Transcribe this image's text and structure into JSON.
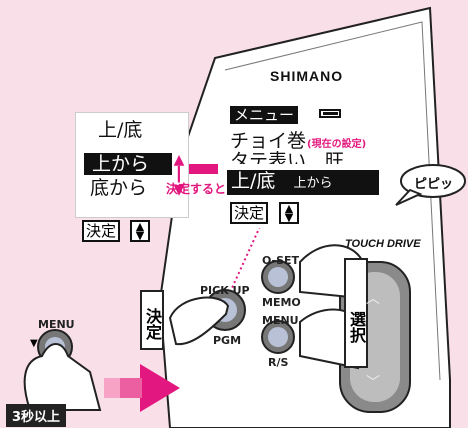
{
  "device": {
    "brand": "SHIMANO",
    "model": "TOUCH DRIVE"
  },
  "lcd": {
    "menu_title": "メニュー",
    "row_choice": "チョイ巻",
    "row_choice_note": "(現在の設定)",
    "row_top": "タテ表い　旺",
    "row_selected": "上/底",
    "row_selected_right": "上から",
    "confirm": "決定"
  },
  "popup": {
    "title": "上/底",
    "option_1": "上から",
    "option_2": "底から",
    "confirm": "決定"
  },
  "labels": {
    "confirm_arrow": "決定すると",
    "beep": "ピピッ",
    "duration": "3秒以上",
    "select_vertical": "選択",
    "confirm_vertical": "決定"
  },
  "buttons": {
    "pickup": "PICK UP",
    "pgm": "PGM",
    "oset": "O-SET",
    "memo": "MEMO",
    "menu": "MENU",
    "rs": "R/S",
    "left_menu": "MENU"
  },
  "colors": {
    "accent": "#e2177f",
    "background": "#f9dfe8"
  }
}
